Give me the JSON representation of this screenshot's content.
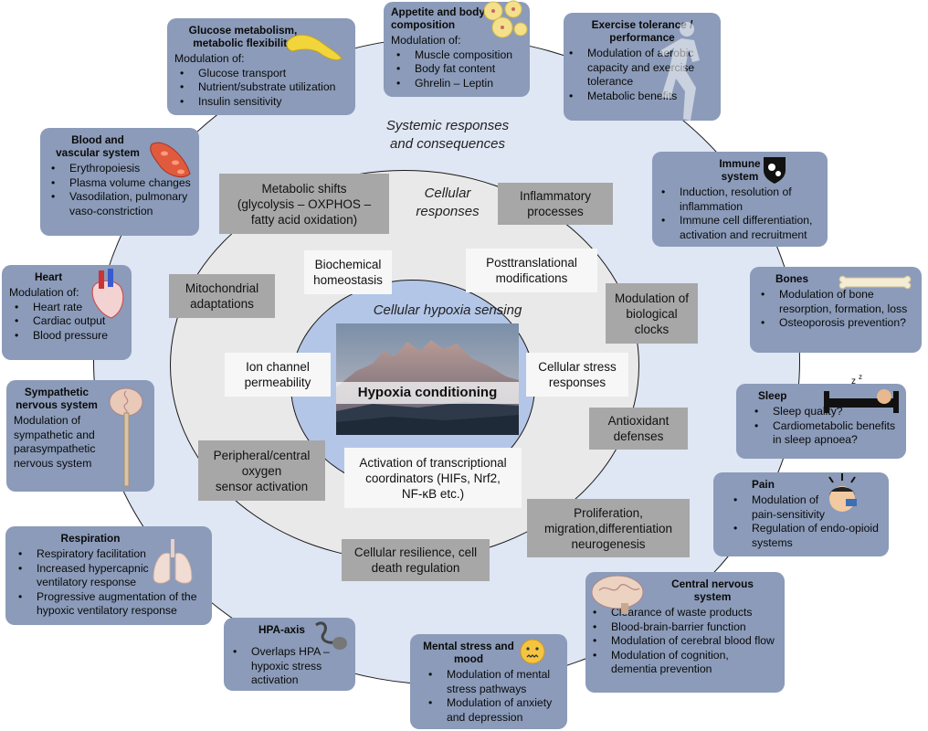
{
  "center": {
    "title": "Hypoxia conditioning",
    "sensing_label": "Cellular hypoxia sensing"
  },
  "ring_labels": {
    "systemic": "Systemic responses\nand consequences",
    "cellular": "Cellular\nresponses"
  },
  "cellular_gray": [
    "Metabolic shifts\n(glycolysis – OXPHOS –\nfatty acid oxidation)",
    "Inflammatory\nprocesses",
    "Mitochondrial\nadaptations",
    "Modulation of\nbiological\nclocks",
    "Antioxidant\ndefenses",
    "Peripheral/central\noxygen\nsensor activation",
    "Proliferation,\nmigration,differentiation\nneurogenesis",
    "Cellular resilience, cell\ndeath regulation"
  ],
  "cellular_white": [
    "Biochemical\nhomeostasis",
    "Posttranslational\nmodifications",
    "Ion channel\npermeability",
    "Cellular stress\nresponses",
    "Activation of transcriptional\ncoordinators (HIFs, Nrf2,\nNF-κB etc.)"
  ],
  "systems": {
    "glucose": {
      "title": "Glucose metabolism,\nmetabolic flexibility",
      "sub": "Modulation of:",
      "items": [
        "Glucose transport",
        "Nutrient/substrate utilization",
        "Insulin sensitivity"
      ]
    },
    "appetite": {
      "title": "Appetite and body\ncomposition",
      "sub": "Modulation of:",
      "items": [
        "Muscle composition",
        "Body fat content",
        "Ghrelin – Leptin"
      ]
    },
    "exercise": {
      "title": "Exercise tolerance /\nperformance",
      "sub": "",
      "items": [
        "Modulation of aerobic capacity and exercise tolerance",
        "Metabolic benefits"
      ]
    },
    "blood": {
      "title": "Blood and\nvascular system",
      "sub": "",
      "items": [
        "Erythropoiesis",
        "Plasma volume changes",
        "Vasodilation, pulmonary vaso-constriction"
      ]
    },
    "immune": {
      "title": "Immune\nsystem",
      "sub": "",
      "items": [
        "Induction, resolution of inflammation",
        "Immune cell differentiation, activation and recruitment"
      ]
    },
    "heart": {
      "title": "Heart",
      "sub": "Modulation of:",
      "items": [
        "Heart rate",
        "Cardiac output",
        "Blood pressure"
      ]
    },
    "bones": {
      "title": "Bones",
      "sub": "",
      "items": [
        "Modulation of bone resorption, formation, loss",
        "Osteoporosis prevention?"
      ]
    },
    "sympathetic": {
      "title": "Sympathetic\nnervous system",
      "sub": "Modulation of sympathetic and parasympathetic nervous system",
      "items": []
    },
    "sleep": {
      "title": "Sleep",
      "sub": "",
      "items": [
        "Sleep quality?",
        "Cardiometabolic benefits in sleep apnoea?"
      ]
    },
    "pain": {
      "title": "Pain",
      "sub": "",
      "items": [
        "Modulation of pain-sensitivity",
        "Regulation of endo-opioid systems"
      ]
    },
    "respiration": {
      "title": "Respiration",
      "sub": "",
      "items": [
        "Respiratory facilitation",
        "Increased hypercapnic ventilatory response",
        "Progressive augmentation of the hypoxic ventilatory response"
      ]
    },
    "cns": {
      "title": "Central nervous\nsystem",
      "sub": "",
      "items": [
        "Clearance of waste products",
        "Blood-brain-barrier function",
        "Modulation of cerebral blood flow",
        "Modulation of cognition, dementia prevention"
      ]
    },
    "hpa": {
      "title": "HPA-axis",
      "sub": "",
      "items": [
        "Overlaps HPA – hypoxic stress activation"
      ]
    },
    "mental": {
      "title": "Mental stress and\nmood",
      "sub": "",
      "items": [
        "Modulation of mental stress pathways",
        "Modulation of anxiety and depression"
      ]
    }
  },
  "icons": [
    "pancreas-icon",
    "fat-cells-icon",
    "runner-icon",
    "blood-vessel-icon",
    "virus-shield-icon",
    "heart-icon",
    "bone-icon",
    "brain-spine-icon",
    "sleeping-person-icon",
    "pain-face-icon",
    "lungs-icon",
    "brain-icon",
    "pituitary-icon",
    "anxious-face-icon"
  ],
  "colors": {
    "system_box": "#8b9bb9",
    "outer_ring": "#dfe6f4",
    "middle_ring": "#e9e9e9",
    "inner_ring": "#b3c6e7",
    "gray_box": "#a7a7a7",
    "white_box": "#f7f7f7"
  }
}
